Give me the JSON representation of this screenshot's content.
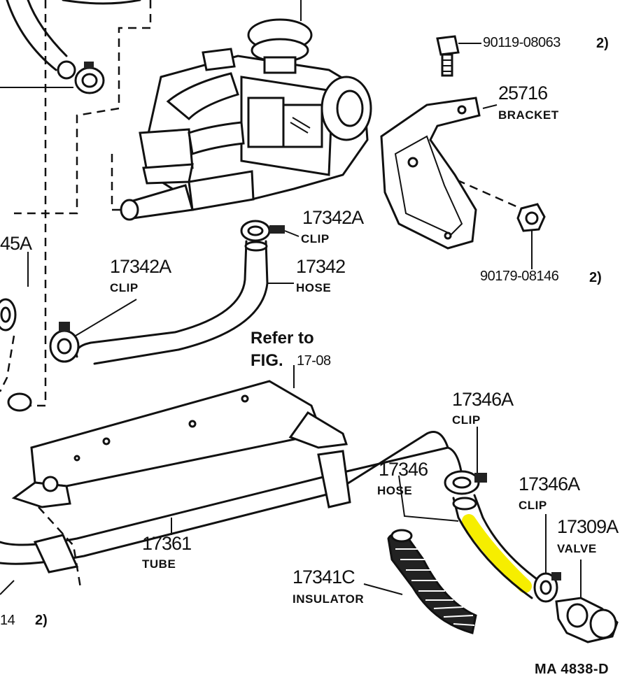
{
  "diagram": {
    "colors": {
      "line": "#111111",
      "background": "#ffffff",
      "highlight": "#f6ee00"
    },
    "labels": {
      "p_90119": "90119-08063",
      "p_90119_note": "2)",
      "p_25716": "25716",
      "p_25716_name": "BRACKET",
      "p_17342A_top": "17342A",
      "p_17342A_top_name": "CLIP",
      "p_45A": "45A",
      "p_17342A_left": "17342A",
      "p_17342A_left_name": "CLIP",
      "p_17342": "17342",
      "p_17342_name": "HOSE",
      "p_90179": "90179-08146",
      "p_90179_note": "2)",
      "refer_line1": "Refer to",
      "refer_fig": "FIG.",
      "refer_num": "17-08",
      "p_17346A_top": "17346A",
      "p_17346A_top_name": "CLIP",
      "p_17346": "17346",
      "p_17346_name": "HOSE",
      "p_17346A_right": "17346A",
      "p_17346A_right_name": "CLIP",
      "p_17309A": "17309A",
      "p_17309A_name": "VALVE",
      "p_17361": "17361",
      "p_17361_name": "TUBE",
      "p_17341C": "17341C",
      "p_17341C_name": "INSULATOR",
      "p_14": "14",
      "p_14_note": "2)",
      "drawing_code": "MA 4838-D"
    }
  }
}
